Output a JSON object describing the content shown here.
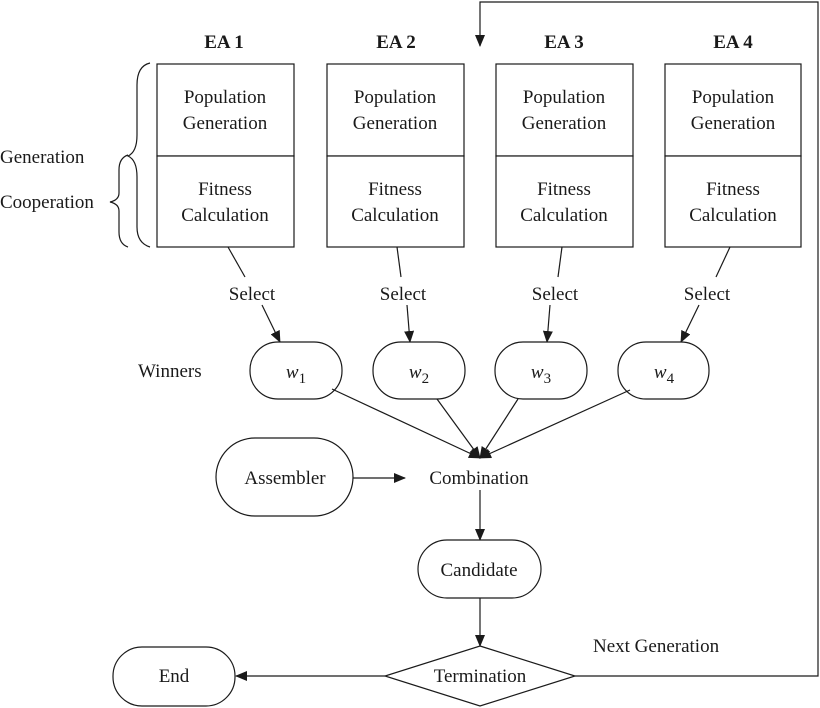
{
  "columns": [
    {
      "title": "EA 1",
      "top_line1": "Population",
      "top_line2": "Generation",
      "bottom_line1": "Fitness",
      "bottom_line2": "Calculation",
      "select_label": "Select",
      "winner_var": "w",
      "winner_sub": "1"
    },
    {
      "title": "EA 2",
      "top_line1": "Population",
      "top_line2": "Generation",
      "bottom_line1": "Fitness",
      "bottom_line2": "Calculation",
      "select_label": "Select",
      "winner_var": "w",
      "winner_sub": "2"
    },
    {
      "title": "EA 3",
      "top_line1": "Population",
      "top_line2": "Generation",
      "bottom_line1": "Fitness",
      "bottom_line2": "Calculation",
      "select_label": "Select",
      "winner_var": "w",
      "winner_sub": "3"
    },
    {
      "title": "EA 4",
      "top_line1": "Population",
      "top_line2": "Generation",
      "bottom_line1": "Fitness",
      "bottom_line2": "Calculation",
      "select_label": "Select",
      "winner_var": "w",
      "winner_sub": "4"
    }
  ],
  "side_labels": {
    "generation": "Generation",
    "cooperation": "Cooperation"
  },
  "winners_label": "Winners",
  "assembler": "Assembler",
  "combination": "Combination",
  "candidate": "Candidate",
  "termination": "Termination",
  "end": "End",
  "next_generation": "Next Generation"
}
